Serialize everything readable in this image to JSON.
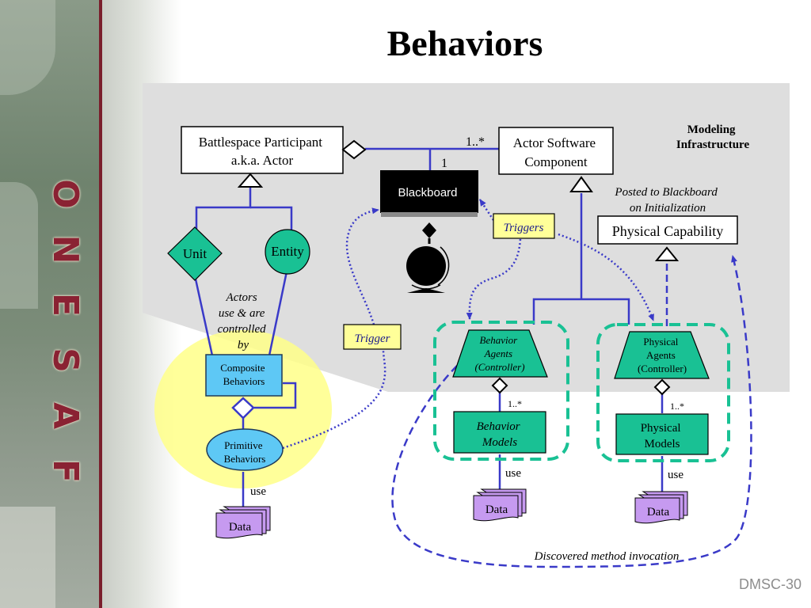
{
  "slide": {
    "title": "Behaviors",
    "footer": "DMSC-30"
  },
  "sidebar": {
    "logo_letters": [
      "O",
      "N",
      "E",
      "S",
      "A",
      "F"
    ],
    "accent_color": "#8a2233"
  },
  "diagram": {
    "region_label": [
      "Modeling",
      "Infrastructure"
    ],
    "nodes": {
      "actor": [
        "Battlespace Participant",
        "a.k.a. Actor"
      ],
      "actor_software": [
        "Actor Software",
        "Component"
      ],
      "blackboard": "Blackboard",
      "physical_capability": "Physical Capability",
      "unit": "Unit",
      "entity": "Entity",
      "composite_behaviors": [
        "Composite",
        "Behaviors"
      ],
      "primitive_behaviors": [
        "Primitive",
        "Behaviors"
      ],
      "behavior_agents": [
        "Behavior",
        "Agents",
        "(Controller)"
      ],
      "physical_agents": [
        "Physical",
        "Agents",
        "(Controller)"
      ],
      "behavior_models": [
        "Behavior",
        "Models"
      ],
      "physical_models": [
        "Physical",
        "Models"
      ],
      "data_items": [
        "Data",
        "Data",
        "Data"
      ]
    },
    "labels": {
      "multiplicity_many": "1..*",
      "multiplicity_one": "1",
      "behavior_mult": "1..*",
      "physical_mult": "1..*",
      "use": "use",
      "actors_note": [
        "Actors",
        "use & are",
        "controlled",
        "by"
      ],
      "posted_note": [
        "Posted to Blackboard",
        "on Initialization"
      ],
      "triggers": "Triggers",
      "trigger": "Trigger",
      "discovered": "Discovered method invocation"
    },
    "colors": {
      "connector": "#3a3ac8",
      "teal": "#19c194",
      "cyan": "#5ec8f5",
      "purple": "#c69af0",
      "yellow_note": "#ffff99",
      "highlight": "#ffff88",
      "region": "#dedede"
    }
  }
}
